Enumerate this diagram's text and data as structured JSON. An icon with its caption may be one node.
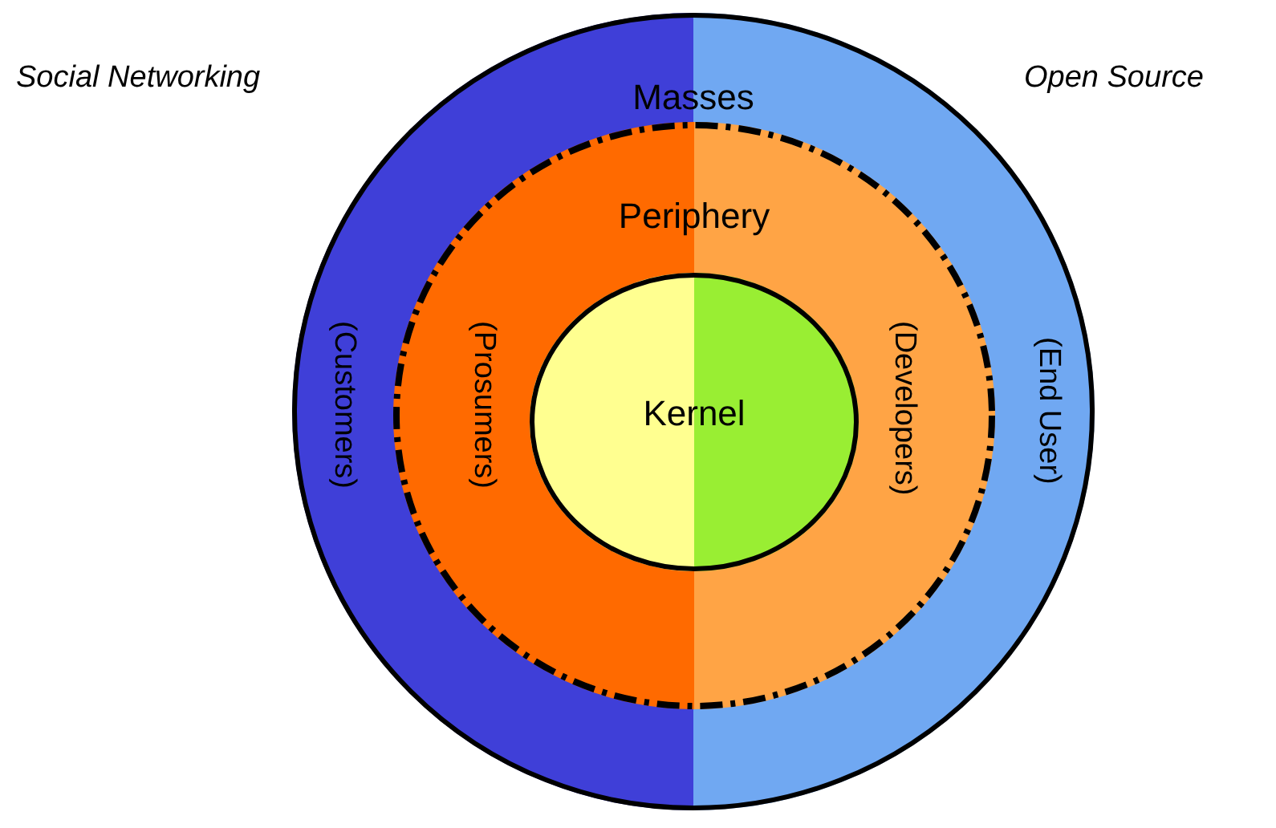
{
  "diagram": {
    "nodes": [
      {
        "text": [
          "Masses"
        ]
      },
      {
        "text": [
          "Periphery"
        ],
        "in": 0
      },
      {
        "text": [
          "Kernel"
        ],
        "in": 1
      }
    ],
    "labels": [
      "Social Networking",
      "Open Source",
      "(Customers)",
      "(Prosumers)",
      "(Developers)",
      "(End User)"
    ]
  }
}
